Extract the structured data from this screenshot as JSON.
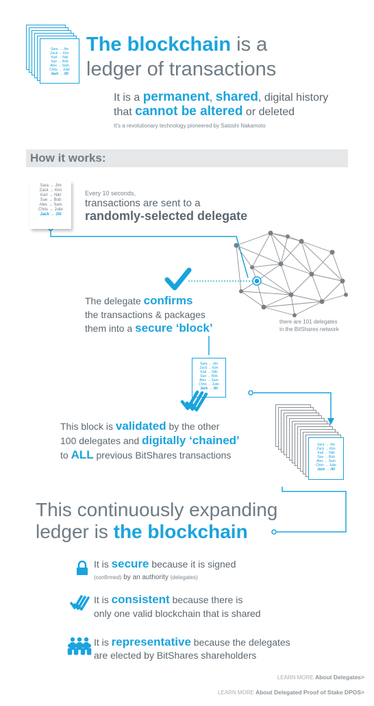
{
  "header": {
    "title_blue": "The blockchain",
    "title_rest": " is a",
    "title_line2": "ledger of transactions",
    "sub_line1_pre": "It is a ",
    "sub_permanent": "permanent",
    "sub_comma": ", ",
    "sub_shared": "shared",
    "sub_line1_post": ", digital history",
    "sub_line2_pre": "that ",
    "sub_cannot": "cannot be altered",
    "sub_line2_post": " or deleted",
    "note": "It's a revolutionary technology pioneered by Satoshi Nakamoto"
  },
  "doc_lines": [
    "Sara → Jim",
    "Zack → Kim",
    "Karl → Nikl",
    "Sue → Bob",
    "Alex → Sam",
    "Chris → Julie",
    "Jack → Jill"
  ],
  "doc_lines_small": [
    "Sara → Jim",
    "Zack → Kim",
    "Karl → Nikl",
    "Sue → Bob",
    "Alex → Sam",
    "Chris → Julie"
  ],
  "doc_last_small": "Jack → Jill",
  "how": {
    "label": "How it works:"
  },
  "step1": {
    "line1": "Every 10 seconds,",
    "line2": "transactions are sent to a",
    "line3": "randomly-selected delegate"
  },
  "step2": {
    "line1_pre": "The delegate ",
    "line1_blue": "confirms",
    "line2": "the transactions & packages",
    "line3_pre": "them into a ",
    "line3_blue": "secure ‘block’"
  },
  "network_note": {
    "line1": "there are 101 delegates",
    "line2": "in the BitShares network"
  },
  "step3": {
    "line1_pre": "This block is ",
    "line1_blue": "validated",
    "line1_post": " by the other",
    "line2_pre": "100 delegates and ",
    "line2_blue": "digitally ‘chained’",
    "line3_pre": "to ",
    "line3_blue": "ALL",
    "line3_post": " previous BitShares transactions"
  },
  "conclusion": {
    "line1": "This continuously expanding",
    "line2_pre": "ledger is ",
    "line2_blue": "the blockchain"
  },
  "features": {
    "secure": {
      "pre": "It is ",
      "blue": "secure",
      "post": " because it is signed",
      "l2_tiny1": "(confirmed)",
      "l2_mid": " by an authority ",
      "l2_tiny2": "(delegates)"
    },
    "consistent": {
      "pre": "It is ",
      "blue": "consistent",
      "post": " because there is",
      "line2": "only one valid blockchain that is shared"
    },
    "representative": {
      "pre": "It is ",
      "blue": "representative",
      "post": " because the delegates",
      "line2": "are elected by BitShares shareholders"
    }
  },
  "footer": {
    "link1_pre": "LEARN MORE ",
    "link1_bold": "About Delegates>",
    "link2_pre": "LEARN MORE ",
    "link2_bold": "About Delegated Proof of Stake DPOS>"
  },
  "colors": {
    "accent": "#1aa3dd",
    "text": "#5b6770",
    "network": "#7a7f84"
  }
}
